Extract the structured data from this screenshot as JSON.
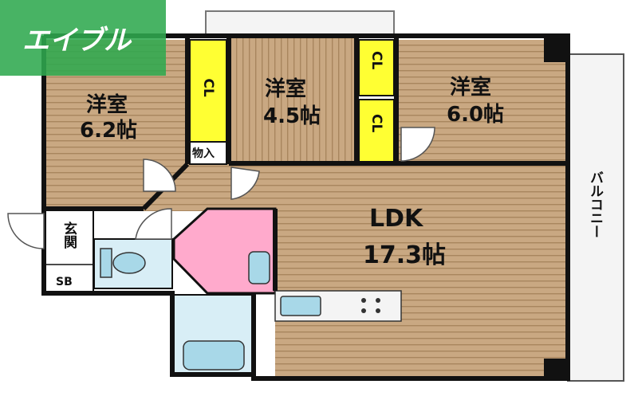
{
  "logo": {
    "text": "エイブル",
    "color": "#2fa84f"
  },
  "rooms": {
    "western_1": {
      "name": "洋室",
      "size": "6.2帖"
    },
    "western_2": {
      "name": "洋室",
      "size": "4.5帖"
    },
    "western_3": {
      "name": "洋室",
      "size": "6.0帖"
    },
    "ldk": {
      "name": "LDK",
      "size": "17.3帖"
    }
  },
  "closets": {
    "cl_1": "CL",
    "cl_2": "CL",
    "cl_3": "CL",
    "storage": "物入"
  },
  "entrance": {
    "name": "玄関",
    "shoe_box": "SB"
  },
  "balcony": {
    "name": "バルコニー"
  },
  "colors": {
    "floor": "#c9a882",
    "floor_stripe": "#b8946c",
    "wall": "#111111",
    "closet": "#ffff33",
    "washroom": "#ffaacc",
    "water": "#a8d8e8",
    "balcony": "#f2f2f2"
  }
}
